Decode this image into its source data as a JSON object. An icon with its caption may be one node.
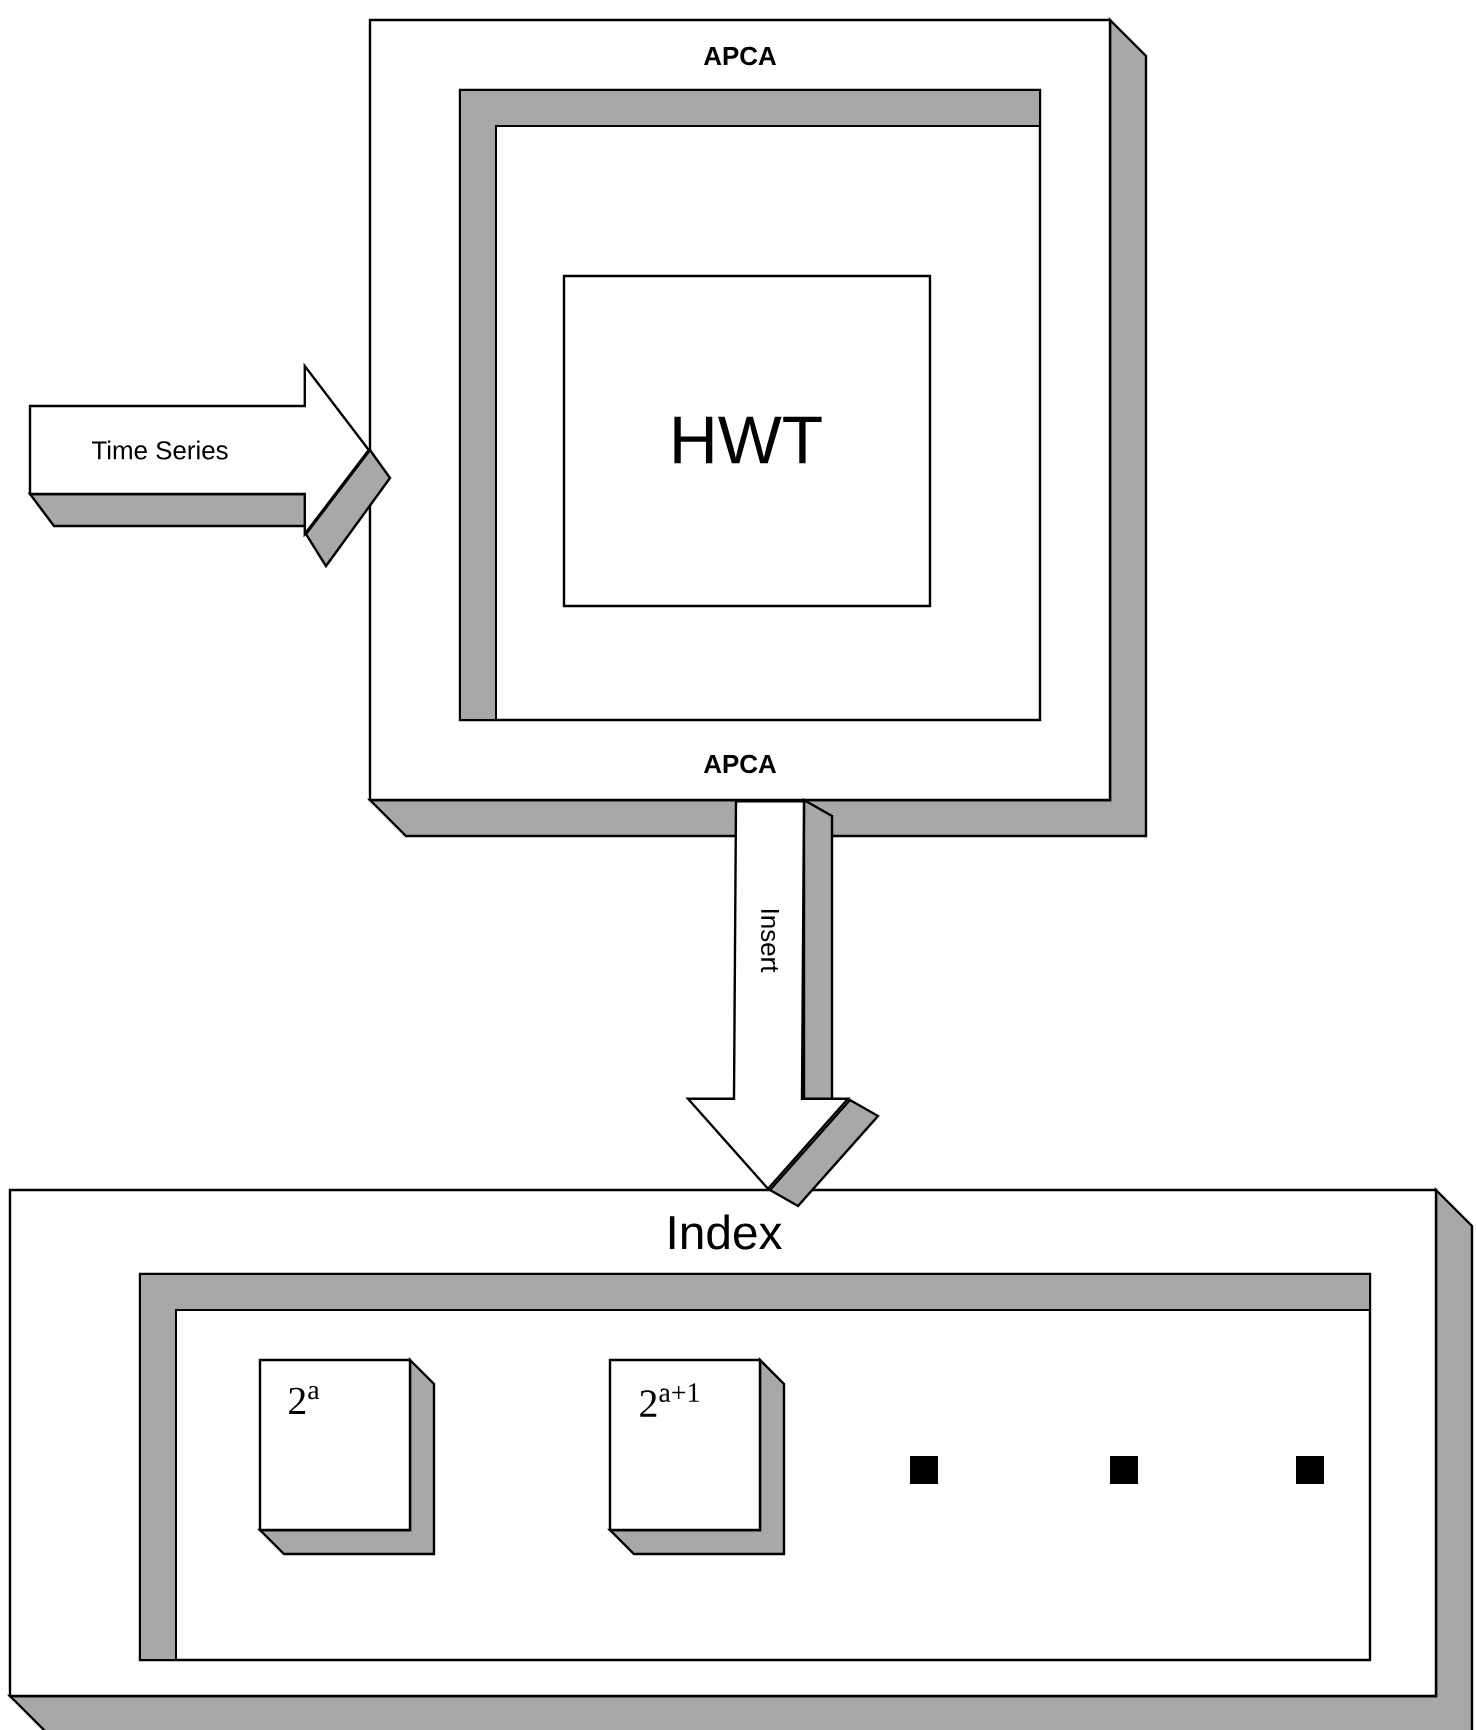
{
  "diagram": {
    "nodes": [
      {
        "text": [
          "APCA",
          "APCA"
        ]
      },
      {
        "text": [],
        "shape": "box",
        "in": 0
      },
      {
        "text": [
          "HWT"
        ],
        "in": 1
      },
      {
        "text": [
          "Index"
        ]
      },
      {
        "text": [],
        "shape": "box",
        "in": 3
      },
      {
        "text": [
          "2$^{a}$"
        ],
        "in": 4
      },
      {
        "text": [
          "2$^{a+1}$"
        ],
        "in": 4
      }
    ],
    "edges": [
      {
        "from": null,
        "to": 0,
        "arrow": "to",
        "label": "Time Series"
      },
      {
        "from": 0,
        "to": 3,
        "arrow": "to",
        "label": "Insert"
      }
    ]
  }
}
